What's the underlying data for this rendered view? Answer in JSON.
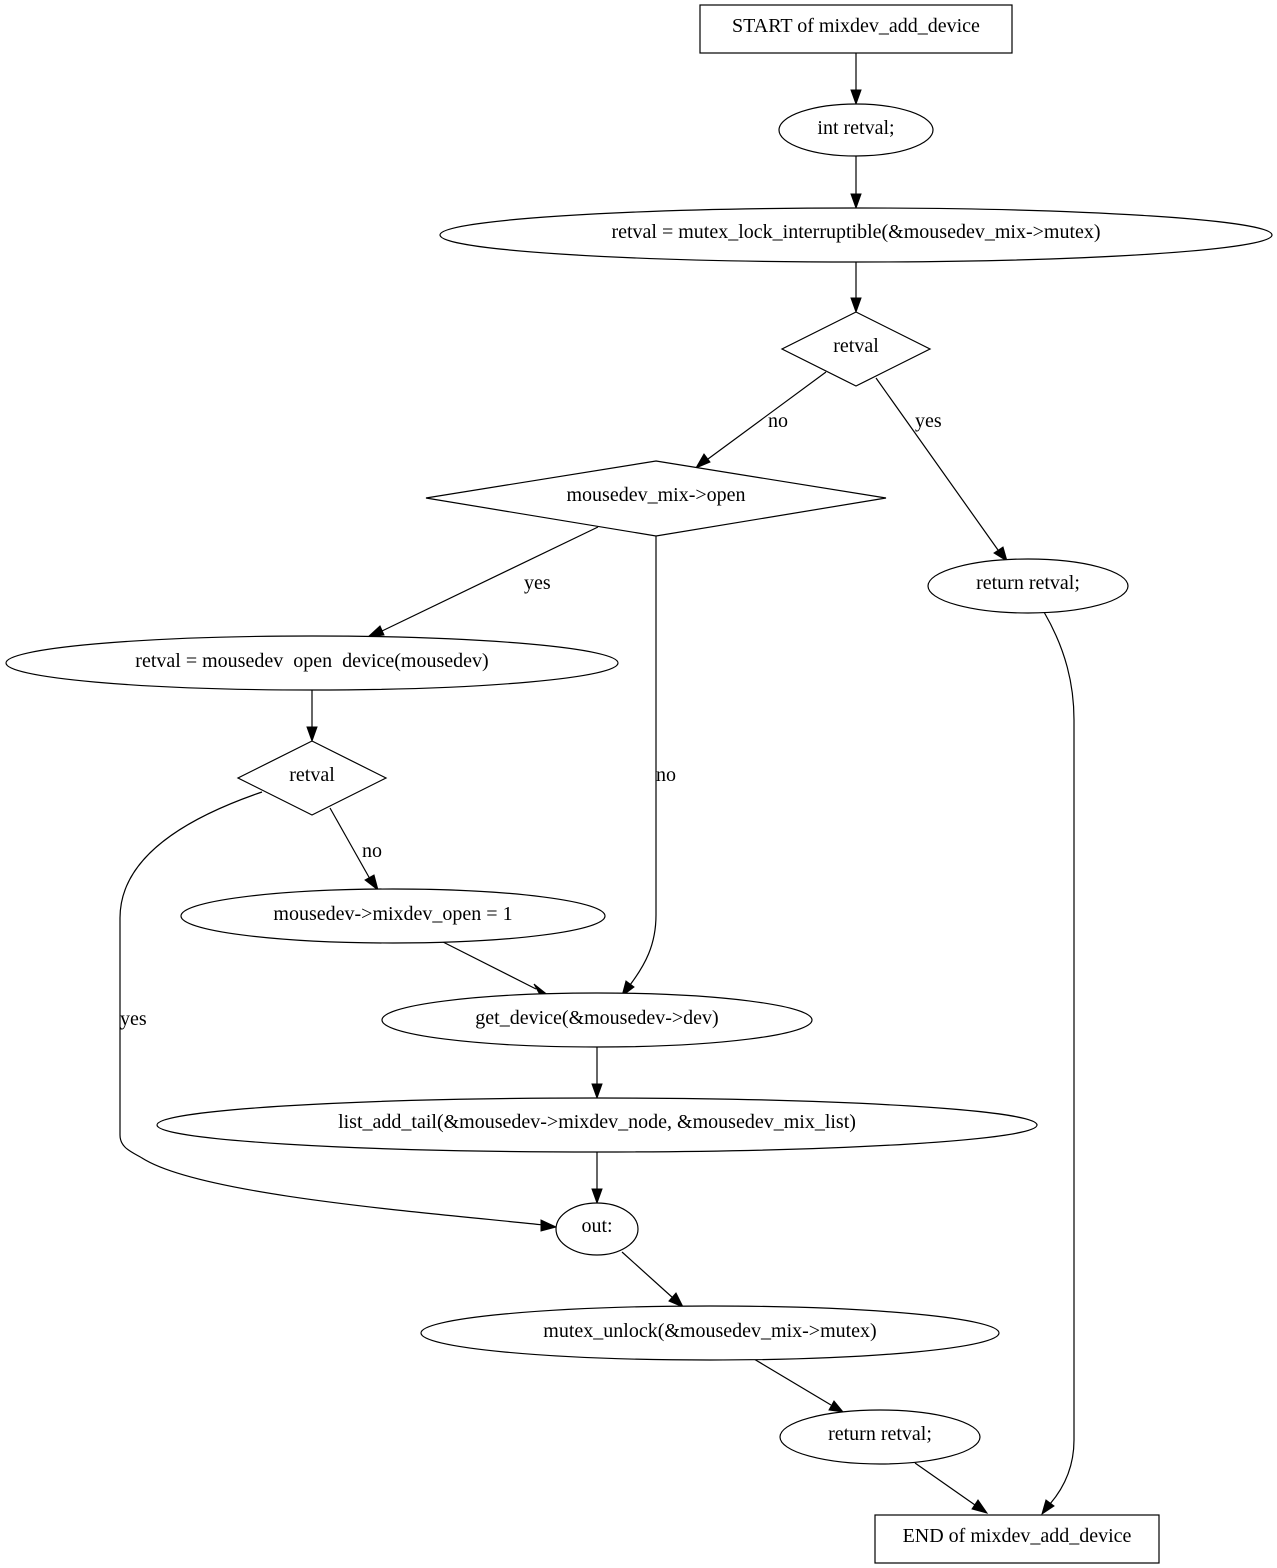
{
  "colors": {
    "lock_fill": "#add8e6",
    "unlock_fill": "#ffff00",
    "default_fill": "#ffffff",
    "stroke": "#000000"
  },
  "nodes": {
    "start": "START of mixdev_add_device",
    "decl": "int retval;",
    "lock": "retval = mutex_lock_interruptible(&mousedev_mix->mutex)",
    "check_retval": "retval",
    "check_open": "mousedev_mix->open",
    "return_early": "return retval;",
    "open_device": "retval = mousedev  open  device(mousedev)",
    "check_retval2": "retval",
    "set_mixdev_open": "mousedev->mixdev_open = 1",
    "get_device": "get_device(&mousedev->dev)",
    "list_add": "list_add_tail(&mousedev->mixdev_node, &mousedev_mix_list)",
    "out_label": "out:",
    "unlock": "mutex_unlock(&mousedev_mix->mutex)",
    "return_final": "return retval;",
    "end": "END of mixdev_add_device"
  },
  "edges": {
    "retval_no": "no",
    "retval_yes": "yes",
    "open_yes": "yes",
    "open_no": "no",
    "retval2_no": "no",
    "retval2_yes": "yes"
  }
}
